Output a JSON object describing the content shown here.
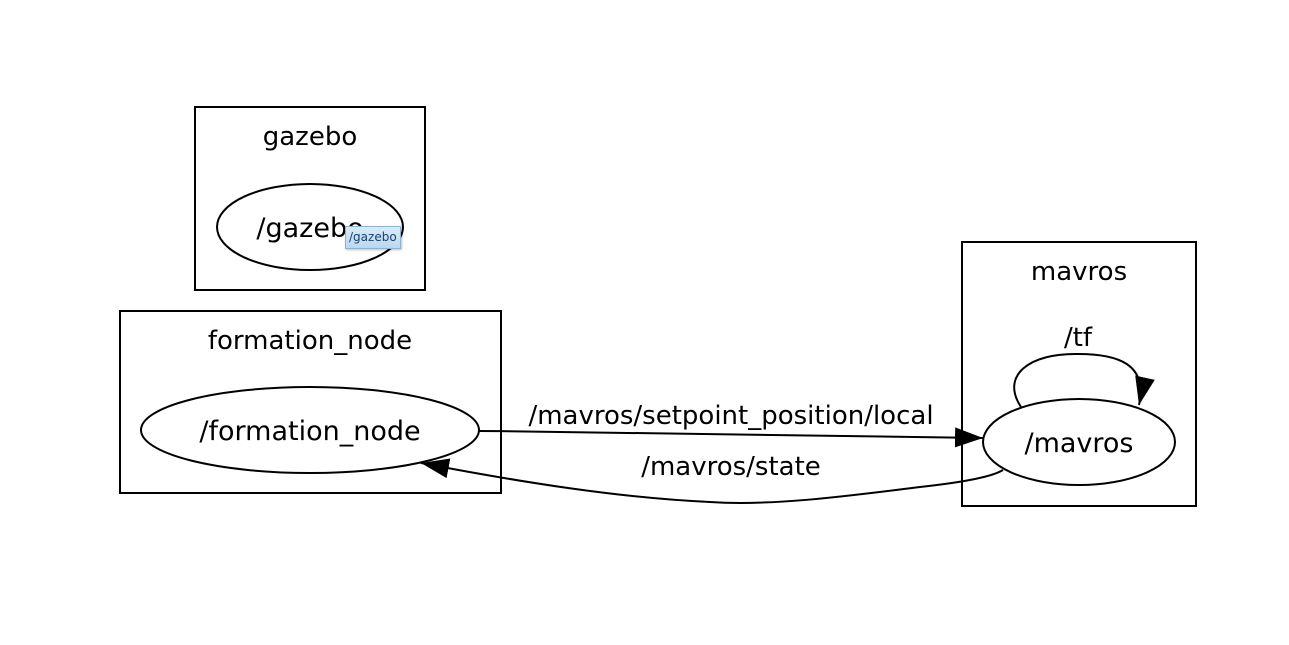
{
  "clusters": {
    "gazebo": {
      "title": "gazebo",
      "node": "/gazebo"
    },
    "formation_node": {
      "title": "formation_node",
      "node": "/formation_node"
    },
    "mavros": {
      "title": "mavros",
      "node": "/mavros"
    }
  },
  "edges": {
    "setpoint": {
      "label": "/mavros/setpoint_position/local",
      "from": "/formation_node",
      "to": "/mavros"
    },
    "state": {
      "label": "/mavros/state",
      "from": "/mavros",
      "to": "/formation_node"
    },
    "tf": {
      "label": "/tf",
      "from": "/mavros",
      "to": "/mavros"
    }
  },
  "tooltip": {
    "text": "/gazebo"
  },
  "colors": {
    "stroke": "#000000",
    "background": "#ffffff"
  }
}
